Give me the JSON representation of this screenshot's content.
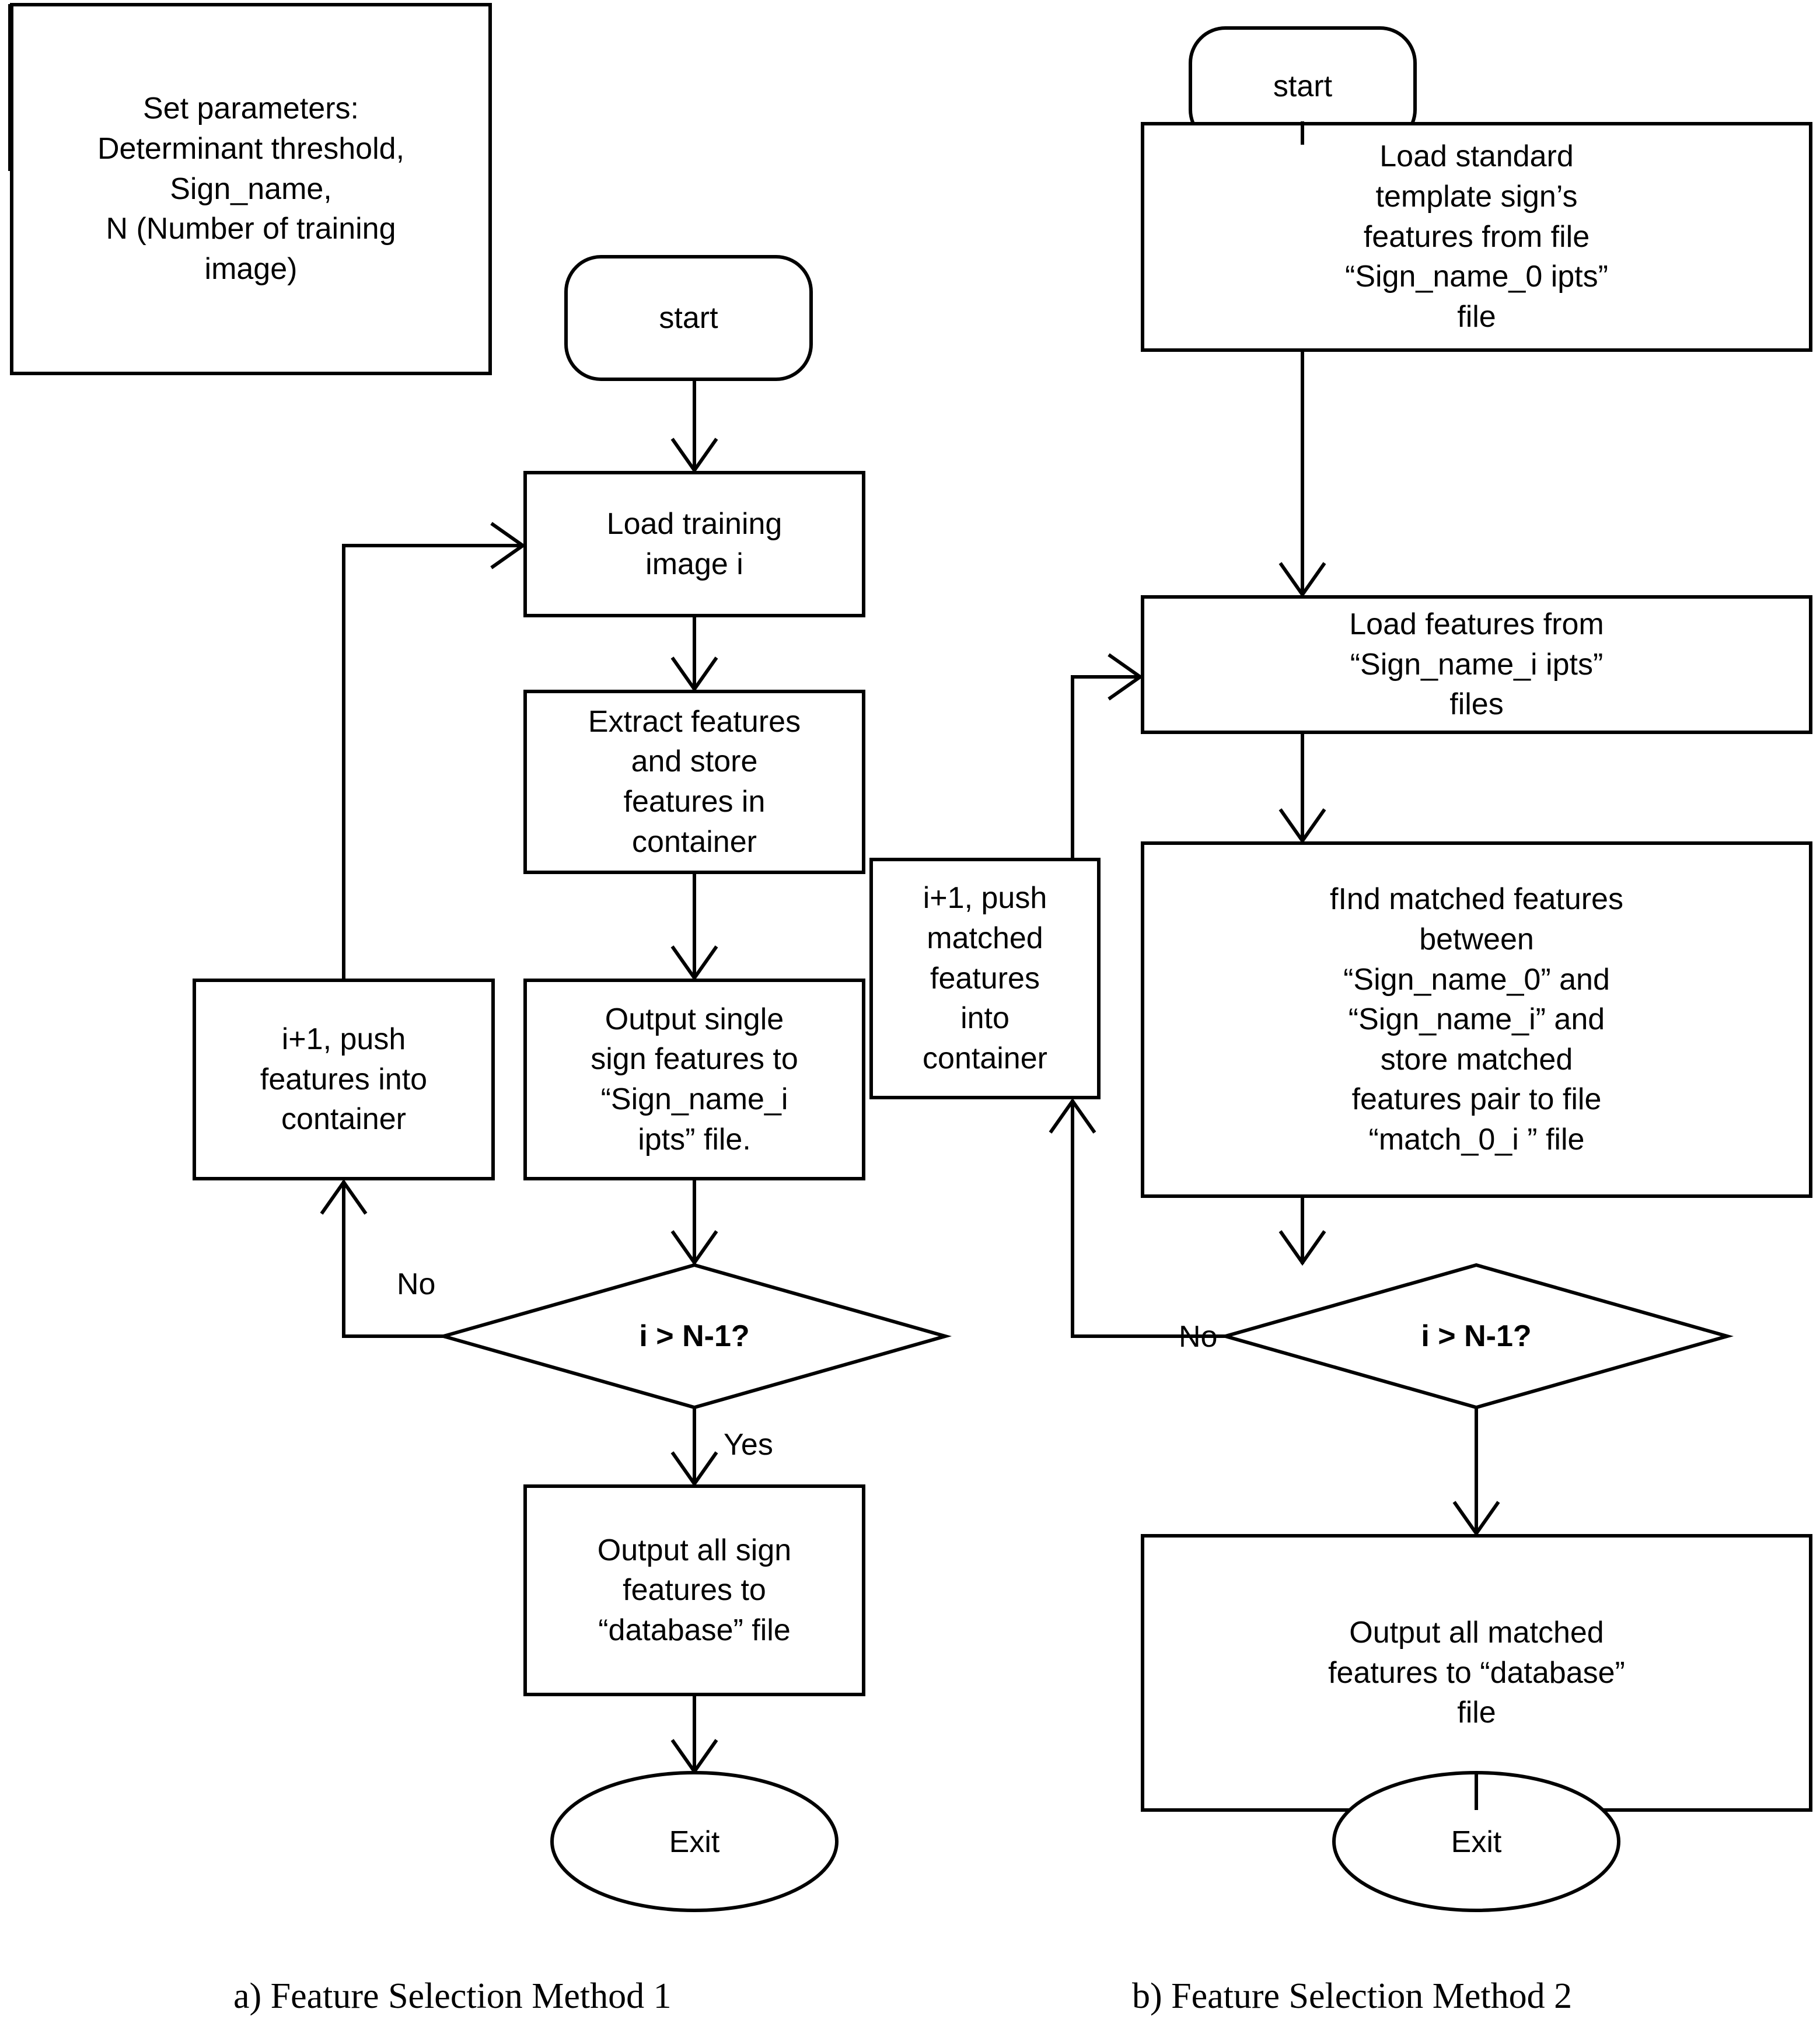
{
  "figure": {
    "type": "flowchart",
    "background_color": "#ffffff",
    "stroke_color": "#000000",
    "text_color": "#000000"
  },
  "panels": [
    {
      "id": "panel-a",
      "caption": "a) Feature Selection Method 1",
      "nodes": [
        {
          "id": "set-parameters",
          "shape": "rect",
          "lines": [
            "Set parameters:",
            "Determinant threshold,",
            "Sign_name,",
            "N (Number of training",
            "image)"
          ]
        },
        {
          "id": "start",
          "shape": "rounded-rect",
          "lines": [
            "start"
          ]
        },
        {
          "id": "load-training-image",
          "shape": "rect",
          "lines": [
            "Load training",
            "image i"
          ]
        },
        {
          "id": "extract-features",
          "shape": "rect",
          "lines": [
            "Extract features",
            "and store",
            "features in",
            "container"
          ]
        },
        {
          "id": "output-single-sign",
          "shape": "rect",
          "lines": [
            "Output single",
            "sign features to",
            "“Sign_name_i",
            "ipts” file."
          ]
        },
        {
          "id": "increment-push",
          "shape": "rect",
          "lines": [
            "i+1, push",
            "features into",
            "container"
          ]
        },
        {
          "id": "decision",
          "shape": "diamond",
          "lines": [
            "i > N-1?"
          ]
        },
        {
          "id": "output-all-sign",
          "shape": "rect",
          "lines": [
            "Output all sign",
            "features to",
            "“database” file"
          ]
        },
        {
          "id": "exit",
          "shape": "ellipse",
          "lines": [
            "Exit"
          ]
        }
      ],
      "edge_labels": [
        {
          "id": "no-label",
          "text": "No"
        },
        {
          "id": "yes-label",
          "text": "Yes"
        }
      ]
    },
    {
      "id": "panel-b",
      "caption": "b) Feature Selection Method 2",
      "nodes": [
        {
          "id": "start",
          "shape": "rounded-rect",
          "lines": [
            "start"
          ]
        },
        {
          "id": "load-standard-template",
          "shape": "rect",
          "lines": [
            "Load standard",
            "template sign’s",
            "features from file",
            "“Sign_name_0 ipts”",
            "file"
          ]
        },
        {
          "id": "load-features",
          "shape": "rect",
          "lines": [
            "Load features from",
            "“Sign_name_i ipts”",
            "files"
          ]
        },
        {
          "id": "find-matched-features",
          "shape": "rect",
          "lines": [
            "fInd matched features",
            "between",
            "“Sign_name_0” and",
            "“Sign_name_i” and",
            "store matched",
            "features pair to file",
            "“match_0_i ” file"
          ]
        },
        {
          "id": "increment-push-matched",
          "shape": "rect",
          "lines": [
            "i+1, push",
            "matched",
            "features",
            "into",
            "container"
          ]
        },
        {
          "id": "decision",
          "shape": "diamond",
          "lines": [
            "i > N-1?"
          ]
        },
        {
          "id": "output-all-matched",
          "shape": "rect",
          "lines": [
            "Output all matched",
            "features to “database”",
            "file"
          ]
        },
        {
          "id": "exit",
          "shape": "ellipse",
          "lines": [
            "Exit"
          ]
        }
      ],
      "edge_labels": [
        {
          "id": "no-label",
          "text": "No"
        }
      ]
    }
  ]
}
